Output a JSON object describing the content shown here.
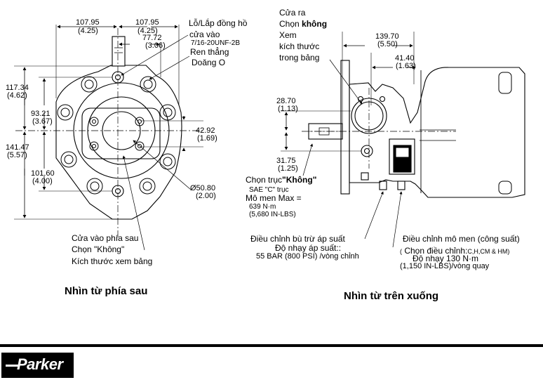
{
  "rear_view": {
    "dims": {
      "d1": "107.95",
      "d1_in": "(4.25)",
      "d2": "107.95",
      "d2_in": "(4.25)",
      "d3": "77.72",
      "d3_in": "(3.06)",
      "d4": "117.34",
      "d4_in": "(4.62)",
      "d5": "93.21",
      "d5_in": "(3.67)",
      "d6": "141.47",
      "d6_in": "(5.57)",
      "d7": "101.60",
      "d7_in": "(4.00)",
      "d8": "42.92",
      "d8_in": "(1.69)",
      "d9": "Ø50.80",
      "d9_in": "(2.00)"
    },
    "port_note_1": "Lỗ/Lắp đồng hồ",
    "port_note_2": "cửa vào",
    "port_note_3": "7/16-20UNF-2B",
    "port_note_4": "Ren thẳng",
    "port_note_5": "Doăng O",
    "inlet_1": "Cửa vào phía sau",
    "inlet_2": "Chọn \"Không\"",
    "inlet_3": "Kích thước xem bảng",
    "caption": "Nhìn từ phía sau"
  },
  "top_view": {
    "outlet_1": "Cửa ra",
    "outlet_2a": "Chọn ",
    "outlet_2b": "không",
    "outlet_3": "Xem",
    "outlet_4": "kích thước",
    "outlet_5": "trong bảng",
    "dims": {
      "d1": "139.70",
      "d1_in": "(5.50)",
      "d2": "41.40",
      "d2_in": "(1.63)",
      "d3": "28.70",
      "d3_in": "(1.13)",
      "d4": "31.75",
      "d4_in": "(1.25)"
    },
    "shaft_1a": "Chọn trục",
    "shaft_1b": "\"Không\"",
    "shaft_2": "SAE \"C\" trục",
    "shaft_3": "Mô men Max =",
    "shaft_4": "639 N·m",
    "shaft_5": "(5,680 IN-LBS)",
    "comp_1": "Điều chỉnh bù trừ áp suất",
    "comp_2": "Độ nhạy áp suất::",
    "comp_3": "55 BAR (800 PSI) /vòng chỉnh",
    "torque_1": "Điều chỉnh mô men (công suất)",
    "torque_2a": "(",
    "torque_2b": "Chọn điều chỉnh:",
    "torque_2c": "C,H,CM & HM)",
    "torque_3": "Độ nhạy 130 N·m",
    "torque_4": "(1,150 IN-LBS)/vòng quay",
    "caption": "Nhìn từ trên xuống"
  },
  "footer": {
    "logo": "Parker"
  }
}
